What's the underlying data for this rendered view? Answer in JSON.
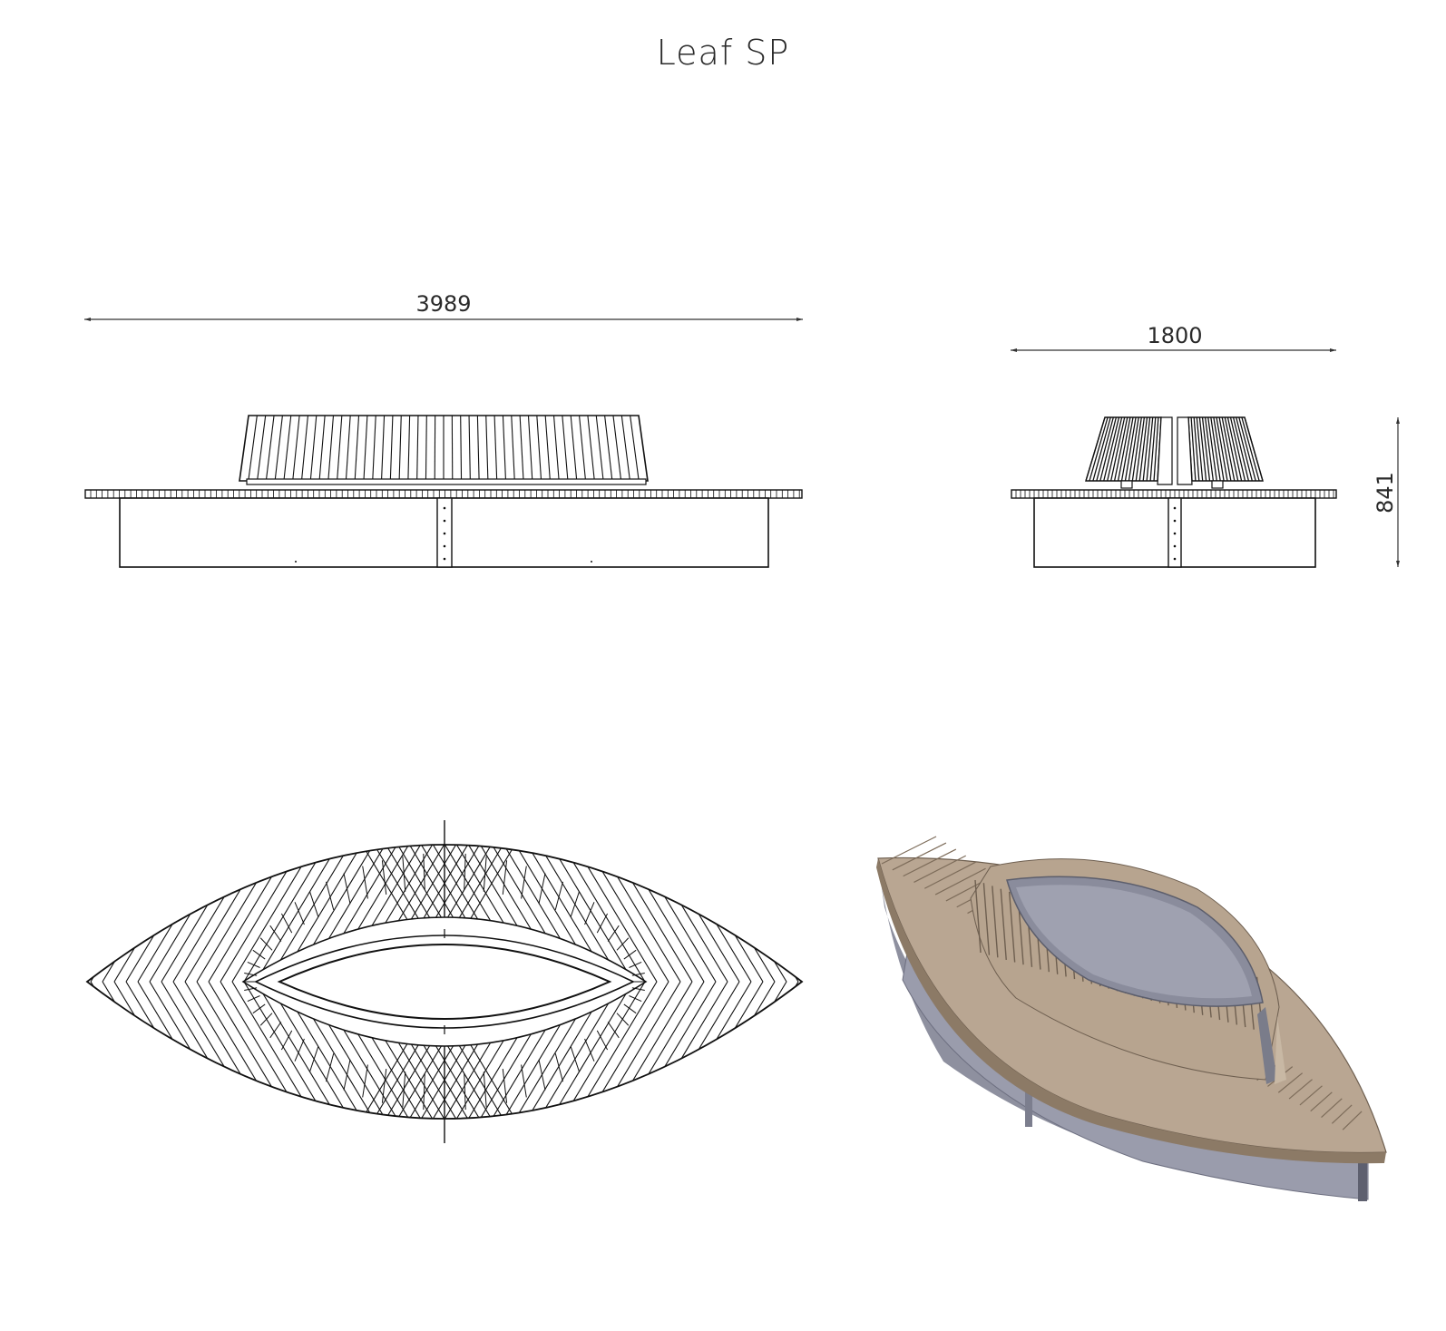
{
  "title": "Leaf SP",
  "dimensions": {
    "length": "3989",
    "width": "1800",
    "height": "841"
  },
  "colors": {
    "line": "#1a1a1a",
    "wood": "#b8a590",
    "wood_dark": "#8c7a66",
    "wood_light": "#cdbda9",
    "steel": "#8a8c9c",
    "steel_light": "#a9abb8",
    "steel_dark": "#6d6f80"
  }
}
